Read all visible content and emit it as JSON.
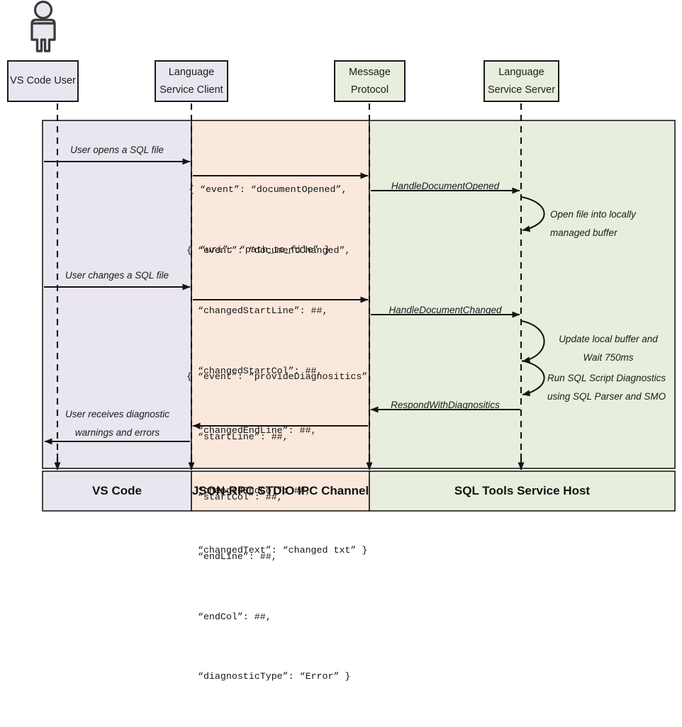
{
  "diagram": {
    "title": "SQL Tools Service sequence diagram",
    "type": "uml-sequence-diagram",
    "colors": {
      "vscode_band": "#e9e6ef",
      "ipc_band": "#fae8dc",
      "host_band": "#e8eedd",
      "stroke": "#1a1a1a",
      "text": "#1a1a1a"
    }
  },
  "actor": {
    "name": "vs-code-user-actor"
  },
  "participants": [
    {
      "lines": [
        "VS Code User"
      ],
      "fill": "#e9e6ef"
    },
    {
      "lines": [
        "Language",
        "Service Client"
      ],
      "fill": "#e9e6ef"
    },
    {
      "lines": [
        "Message",
        "Protocol"
      ],
      "fill": "#e8eedd"
    },
    {
      "lines": [
        "Language",
        "Service Server"
      ],
      "fill": "#e8eedd"
    }
  ],
  "bands": [
    {
      "label": "VS Code",
      "fill": "#e9e6ef"
    },
    {
      "label": "JSON-RPC STDIO IPC Channel",
      "fill": "#fae8dc"
    },
    {
      "label": "SQL Tools Service Host",
      "fill": "#e8eedd"
    }
  ],
  "messages": [
    {
      "id": "user-opens-sql-file",
      "lines": [
        "User opens a SQL file"
      ],
      "direction": "right"
    },
    {
      "id": "handle-document-opened",
      "lines": [
        "HandleDocumentOpened"
      ],
      "direction": "right"
    },
    {
      "id": "user-changes-sql-file",
      "lines": [
        "User changes a SQL file"
      ],
      "direction": "right"
    },
    {
      "id": "handle-document-changed",
      "lines": [
        "HandleDocumentChanged"
      ],
      "direction": "right"
    },
    {
      "id": "respond-with-diagnositics",
      "lines": [
        "RespondWithDiagnositics"
      ],
      "direction": "left"
    },
    {
      "id": "user-receives-diagnostics",
      "lines": [
        "User receives diagnostic",
        "warnings and errors"
      ],
      "direction": "left"
    }
  ],
  "self_calls": [
    {
      "id": "open-file-buffer",
      "lines": [
        "Open file into locally",
        "managed buffer"
      ]
    },
    {
      "id": "update-buffer-wait",
      "lines": [
        "Update local buffer and",
        "Wait 750ms"
      ]
    },
    {
      "id": "run-diagnostics",
      "lines": [
        "Run SQL Script Diagnostics",
        "using SQL Parser and SMO"
      ]
    }
  ],
  "payloads": [
    {
      "id": "document-opened-payload",
      "lines": [
        "{ “event”: “documentOpened”,",
        "  “uri”: “path_to_file” }"
      ]
    },
    {
      "id": "document-changed-payload",
      "lines": [
        "{ “event”: “documentChanged”,",
        "  “changedStartLine”: ##,",
        "  “changedStartCol”: ##,",
        "  “changedEndLine”: ##,",
        "  “changedEndCol”: ##,",
        "  “changedText”: “changed txt” }"
      ]
    },
    {
      "id": "provide-diagnositics-payload",
      "lines": [
        "{ “event”: “provideDiagnositics”,",
        "  “startLine”: ##,",
        "  “startCol”: ##,",
        "  “endLine”: ##,",
        "  “endCol”: ##,",
        "  “diagnosticType”: “Error” }"
      ]
    }
  ]
}
